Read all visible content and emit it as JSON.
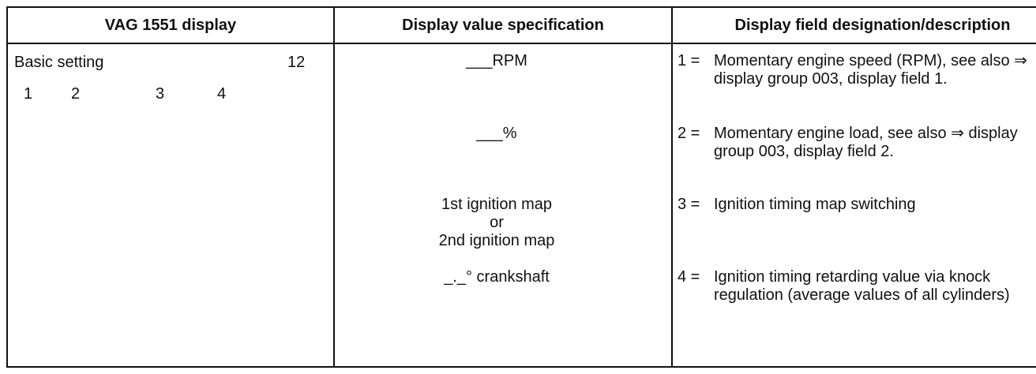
{
  "header": {
    "col1": "VAG 1551 display",
    "col2": "Display value specification",
    "col3": "Display field designation/description"
  },
  "display": {
    "mode": "Basic setting",
    "group": "12",
    "fields": [
      "1",
      "2",
      "3",
      "4"
    ]
  },
  "values": [
    {
      "lines": [
        "___RPM"
      ]
    },
    {
      "lines": [
        "___%"
      ]
    },
    {
      "lines": [
        "1st ignition map",
        "or",
        "2nd ignition map"
      ]
    },
    {
      "lines": [
        "_._° crankshaft"
      ]
    }
  ],
  "descriptions": [
    {
      "num": "1 =",
      "text": "Momentary engine speed (RPM), see also ⇒ display group 003, display field 1."
    },
    {
      "num": "2 =",
      "text": "Momentary engine load, see also ⇒ display group 003, display field 2."
    },
    {
      "num": "3 =",
      "text": "Ignition timing map switching"
    },
    {
      "num": "4 =",
      "text": "Ignition timing retarding value via knock regulation (average values of all cylinders)"
    }
  ]
}
